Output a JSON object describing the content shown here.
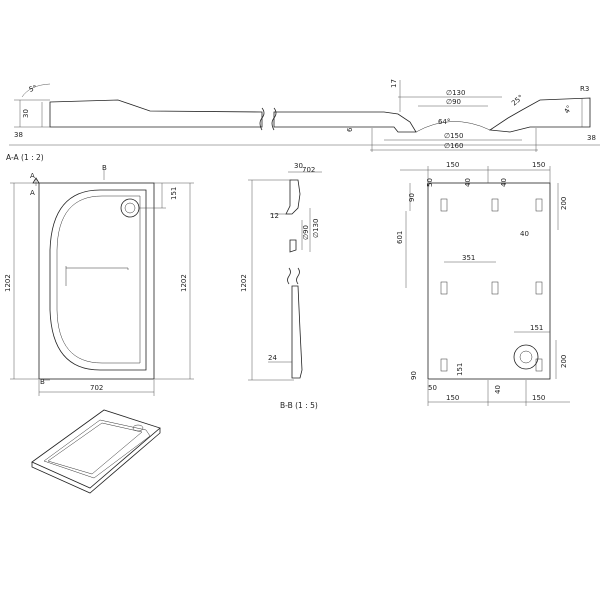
{
  "section_aa": {
    "title": "A-A  (1 : 2)",
    "dims": {
      "left_angle": "5°",
      "thk_30": "30",
      "thk_38": "38",
      "step_17": "17",
      "d130": "∅130",
      "d90": "∅90",
      "ang_64": "64°",
      "d150": "∅150",
      "d160": "∅160",
      "ang_25": "25°",
      "r3": "R3",
      "ang_4": "4°",
      "thk_38r": "38",
      "step_6": "6"
    }
  },
  "plan_view": {
    "label_a_top": "A",
    "label_a_left": "A",
    "label_b_top": "B",
    "label_b_bottom": "B",
    "dim_length_left": "1202",
    "dim_length_right": "1202",
    "dim_width": "702",
    "dim_drain": "151"
  },
  "section_bb": {
    "title": "B-B  (1 : 5)",
    "dims": {
      "top_30": "30",
      "top_702": "702",
      "d12": "12",
      "d130": "∅130",
      "d90": "∅90",
      "len_1202": "1202",
      "thk_24": "24"
    }
  },
  "bottom_view": {
    "dims": {
      "top_150a": "150",
      "top_150b": "150",
      "d50_top": "50",
      "d40_a": "40",
      "d40_b": "40",
      "d90": "90",
      "d200_top": "200",
      "d40_right": "40",
      "d601": "601",
      "d351": "351",
      "d151": "151",
      "d200_bot": "200",
      "d90_bot": "90",
      "d50_bot": "50",
      "d151_bot": "151",
      "bot_150a": "150",
      "bot_150b": "150",
      "d40_bot": "40"
    }
  }
}
